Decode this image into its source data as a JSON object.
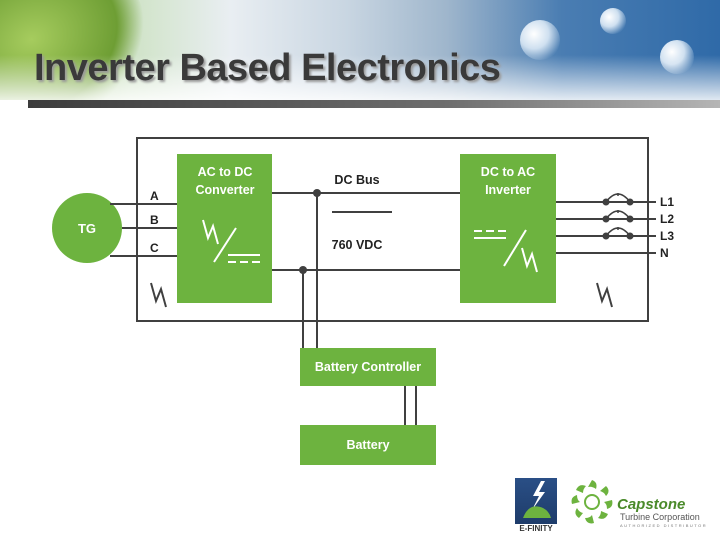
{
  "slide": {
    "title": "Inverter Based Electronics"
  },
  "diagram": {
    "generator": "TG",
    "input_phases": [
      "A",
      "B",
      "C"
    ],
    "ac_dc_converter": [
      "AC to DC",
      "Converter"
    ],
    "dc_bus_label": "DC Bus",
    "dc_voltage": "760 VDC",
    "dc_ac_inverter": [
      "DC to AC",
      "Inverter"
    ],
    "output_lines": [
      "L1",
      "L2",
      "L3",
      "N"
    ],
    "battery_controller": "Battery Controller",
    "battery": "Battery"
  },
  "logos": {
    "efinity": "E-FINITY",
    "capstone_name": "Capstone",
    "capstone_sub": "Turbine Corporation",
    "capstone_authorized": "AUTHORIZED DISTRIBUTOR"
  },
  "colors": {
    "block_green": "#6db33f",
    "line": "#404040"
  }
}
